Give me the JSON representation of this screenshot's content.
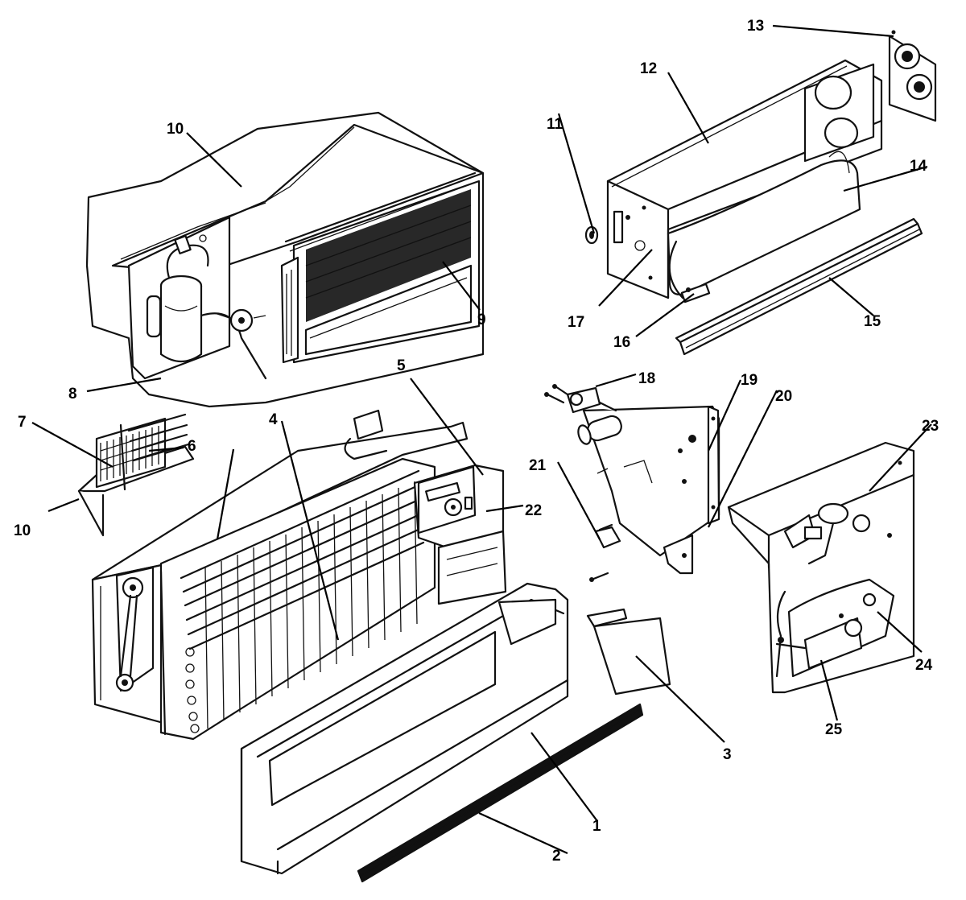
{
  "callouts": [
    {
      "id": "c1",
      "text": "1"
    },
    {
      "id": "c2",
      "text": "2"
    },
    {
      "id": "c3",
      "text": "3"
    },
    {
      "id": "c4",
      "text": "4"
    },
    {
      "id": "c5",
      "text": "5"
    },
    {
      "id": "c6",
      "text": "6"
    },
    {
      "id": "c7",
      "text": "7"
    },
    {
      "id": "c8",
      "text": "8"
    },
    {
      "id": "c9",
      "text": "9"
    },
    {
      "id": "c10a",
      "text": "10"
    },
    {
      "id": "c10b",
      "text": "10"
    },
    {
      "id": "c11",
      "text": "11"
    },
    {
      "id": "c12",
      "text": "12"
    },
    {
      "id": "c13",
      "text": "13"
    },
    {
      "id": "c14",
      "text": "14"
    },
    {
      "id": "c15",
      "text": "15"
    },
    {
      "id": "c16",
      "text": "16"
    },
    {
      "id": "c17",
      "text": "17"
    },
    {
      "id": "c18",
      "text": "18"
    },
    {
      "id": "c19",
      "text": "19"
    },
    {
      "id": "c20",
      "text": "20"
    },
    {
      "id": "c21",
      "text": "21"
    },
    {
      "id": "c22",
      "text": "22"
    },
    {
      "id": "c23",
      "text": "23"
    },
    {
      "id": "c24",
      "text": "24"
    },
    {
      "id": "c25",
      "text": "25"
    }
  ]
}
